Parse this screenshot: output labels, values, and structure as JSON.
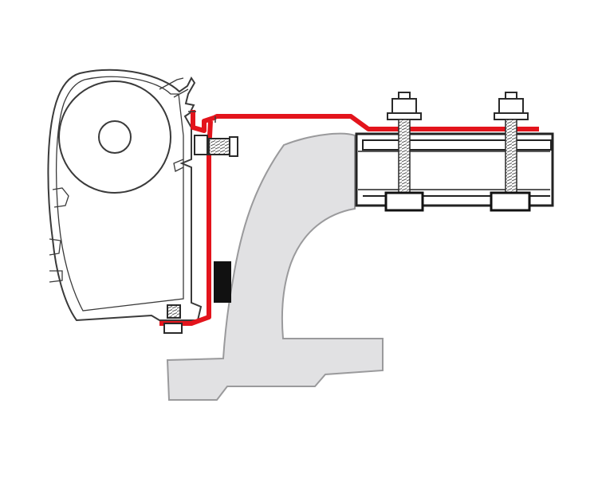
{
  "diagram": {
    "colors": {
      "background": "#ffffff",
      "bracket_red": "#e3141c",
      "outline": "#3a3a3a",
      "support_fill": "#e1e1e3",
      "support_outline": "#9a9a9c",
      "rail_fill": "#ffffff",
      "spacer_black": "#111111",
      "bolt_outline": "#2a2a2a",
      "thread": "#555555"
    },
    "components": [
      {
        "id": "awning-cassette",
        "icon": "awning-cassette-profile"
      },
      {
        "id": "awning-roller",
        "icon": "roller-tube"
      },
      {
        "id": "adapter-bracket",
        "icon": "red-mounting-bracket"
      },
      {
        "id": "roof-rail",
        "icon": "rail-profile"
      },
      {
        "id": "vehicle-support",
        "icon": "grey-support-block"
      },
      {
        "id": "rubber-spacer",
        "icon": "black-spacer"
      },
      {
        "id": "bolt-left",
        "icon": "threaded-bolt"
      },
      {
        "id": "bolt-right",
        "icon": "threaded-bolt"
      },
      {
        "id": "cassette-screw-top",
        "icon": "hex-screw"
      },
      {
        "id": "cassette-screw-bottom",
        "icon": "hex-screw"
      }
    ]
  }
}
